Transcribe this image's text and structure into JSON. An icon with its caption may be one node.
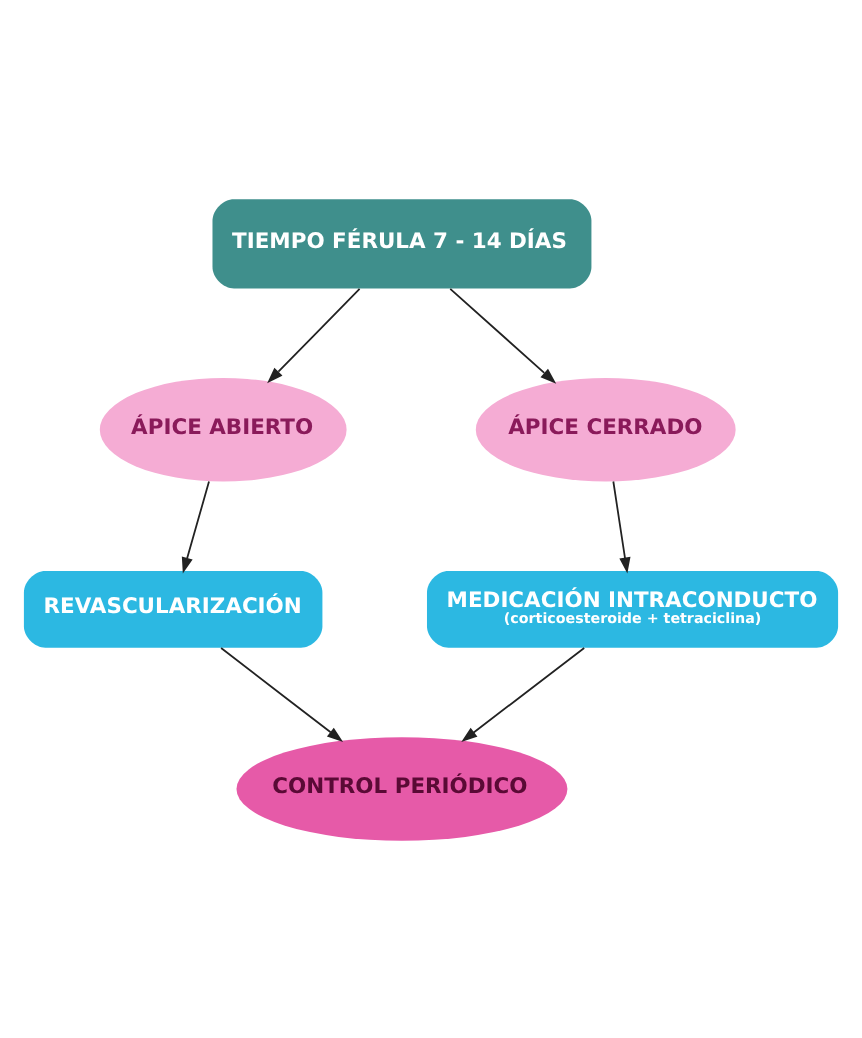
{
  "diagram": {
    "nodes": [
      {
        "text": [
          "TIEMPO FÉRULA 7 - 14 DÍAS"
        ]
      },
      {
        "text": [
          "ÁPICE ABIERTO"
        ]
      },
      {
        "text": [
          "ÁPICE CERRADO"
        ]
      },
      {
        "text": [
          "REVASCULARIZACIÓN"
        ]
      },
      {
        "text": [
          "MEDICACIÓN INTRACONDUCTO",
          "(corticoesteroide + tetraciclina)"
        ]
      },
      {
        "text": [
          "CONTROL PERIÓDICO"
        ]
      }
    ],
    "edges": [
      {
        "from": 0,
        "to": 1,
        "arrow": "to"
      },
      {
        "from": 0,
        "to": 2,
        "arrow": "to"
      },
      {
        "from": 1,
        "to": 3,
        "arrow": "to"
      },
      {
        "from": 2,
        "to": 4,
        "arrow": "to"
      },
      {
        "from": 3,
        "to": 5,
        "arrow": "to"
      },
      {
        "from": 4,
        "to": 5,
        "arrow": "to"
      }
    ]
  }
}
